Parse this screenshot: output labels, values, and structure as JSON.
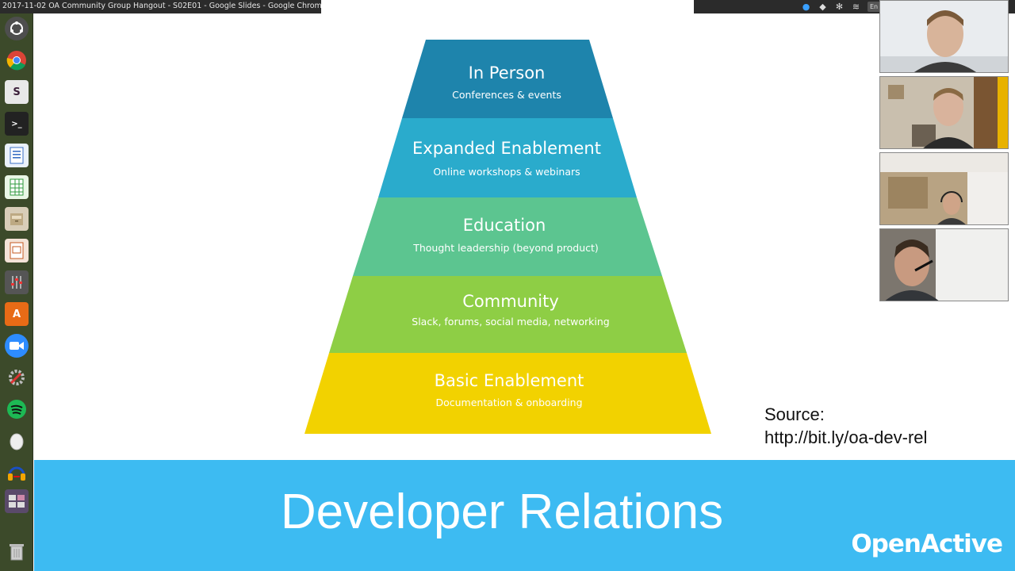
{
  "window": {
    "title": "2017-11-02 OA Community Group Hangout - S02E01 - Google Slides - Google Chrom",
    "keyboard_layout": "En"
  },
  "launcher": {
    "items": [
      {
        "name": "ubuntu-dash",
        "icon": "ubuntu-icon"
      },
      {
        "name": "chrome",
        "icon": "chrome-icon"
      },
      {
        "name": "slack",
        "icon": "slack-icon",
        "glyph": "S"
      },
      {
        "name": "terminal",
        "icon": "terminal-icon",
        "glyph": ">_"
      },
      {
        "name": "writer",
        "icon": "document-icon"
      },
      {
        "name": "calc",
        "icon": "spreadsheet-icon"
      },
      {
        "name": "files",
        "icon": "file-cabinet-icon"
      },
      {
        "name": "impress",
        "icon": "presentation-icon"
      },
      {
        "name": "mixer",
        "icon": "sliders-icon"
      },
      {
        "name": "software-center",
        "icon": "shopping-bag-icon",
        "glyph": "A"
      },
      {
        "name": "zoom",
        "icon": "video-camera-icon"
      },
      {
        "name": "settings",
        "icon": "gear-wrench-icon"
      },
      {
        "name": "spotify",
        "icon": "spotify-icon"
      },
      {
        "name": "egg",
        "icon": "egg-icon"
      },
      {
        "name": "audacity",
        "icon": "headphones-icon"
      },
      {
        "name": "workspaces",
        "icon": "workspace-switcher-icon"
      },
      {
        "name": "trash",
        "icon": "trash-icon"
      }
    ]
  },
  "slide": {
    "tiers": [
      {
        "title": "In Person",
        "subtitle": "Conferences & events",
        "color": "#1e84ac"
      },
      {
        "title": "Expanded Enablement",
        "subtitle": "Online workshops & webinars",
        "color": "#2aabcc"
      },
      {
        "title": "Education",
        "subtitle": "Thought leadership (beyond product)",
        "color": "#5cc590"
      },
      {
        "title": "Community",
        "subtitle": "Slack, forums, social media, networking",
        "color": "#8ece45"
      },
      {
        "title": "Basic Enablement",
        "subtitle": "Documentation & onboarding",
        "color": "#f2d200"
      }
    ],
    "source_label": "Source:",
    "source_url": "http://bit.ly/oa-dev-rel",
    "banner_title": "Developer Relations",
    "brand": "OpenActive",
    "banner_color": "#3dbbf2"
  },
  "participants": [
    {
      "name": "participant-1"
    },
    {
      "name": "participant-2"
    },
    {
      "name": "participant-3"
    },
    {
      "name": "participant-4"
    }
  ]
}
